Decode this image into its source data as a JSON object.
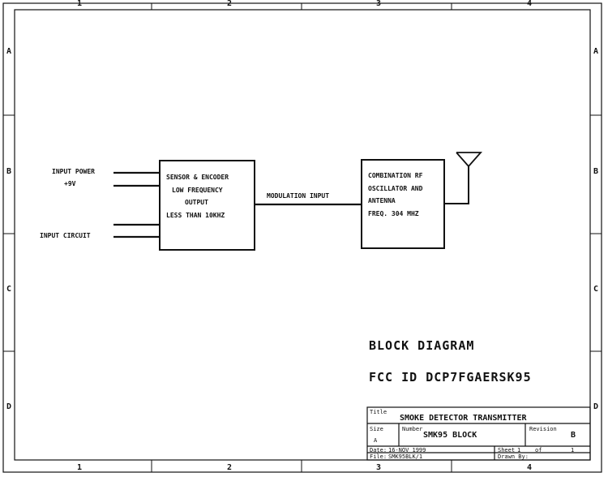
{
  "zones": {
    "columns": [
      "1",
      "2",
      "3",
      "4"
    ],
    "rows": [
      "A",
      "B",
      "C",
      "D"
    ]
  },
  "inputs": {
    "power_label": "INPUT POWER",
    "power_voltage": "+9V",
    "circuit_label": "INPUT CIRCUIT"
  },
  "sensor_block": {
    "lines": [
      "SENSOR & ENCODER",
      "LOW FREQUENCY",
      "OUTPUT",
      "LESS THAN 10KHZ"
    ]
  },
  "connection_label": "MODULATION INPUT",
  "rf_block": {
    "lines": [
      "COMBINATION RF",
      "OSCILLATOR AND",
      "ANTENNA",
      "FREQ. 304 MHZ"
    ]
  },
  "heading": {
    "title": "BLOCK DIAGRAM",
    "fcc_id": "FCC ID DCP7FGAERSK95"
  },
  "title_block": {
    "title_label": "Title",
    "title": "SMOKE DETECTOR TRANSMITTER",
    "size_label": "Size",
    "size": "A",
    "number_label": "Number",
    "number": "SMK95 BLOCK",
    "revision_label": "Revision",
    "revision": "B",
    "date_label": "Date:",
    "date": "16-NOV 1999",
    "file_label": "File:",
    "file": "SMK95BLK/1",
    "sheet_label": "Sheet",
    "sheet": "1",
    "of_label": "of",
    "sheets": "1",
    "drawn_label": "Drawn By:"
  }
}
